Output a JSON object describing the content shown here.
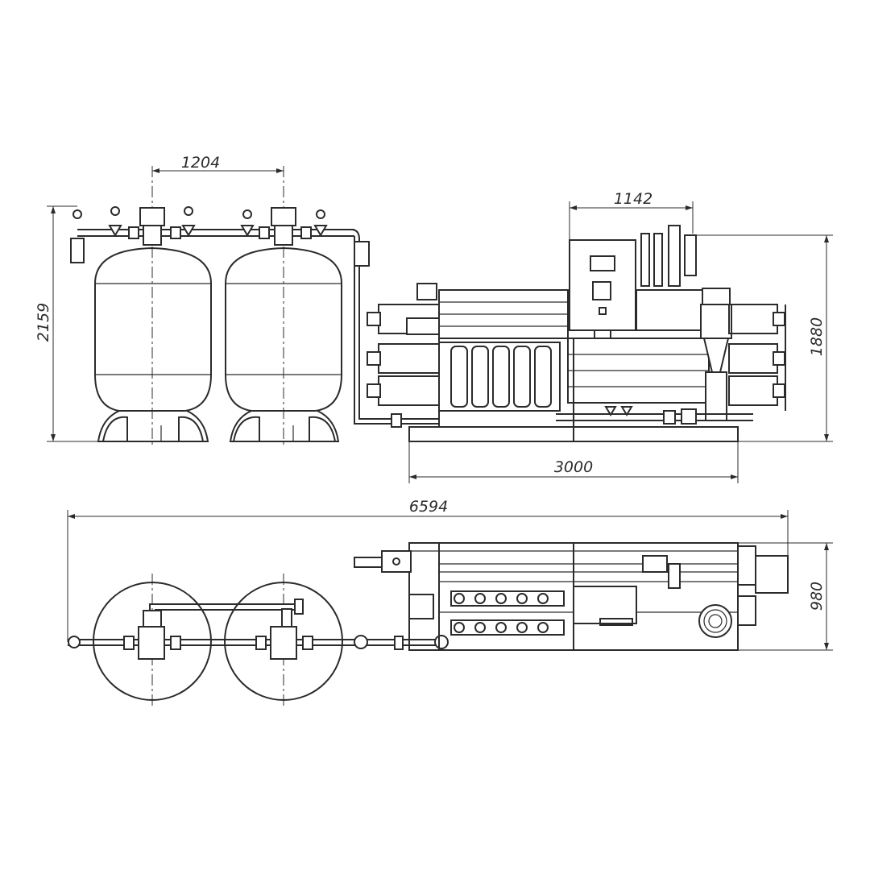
{
  "dimensions": {
    "tank_spacing": "1204",
    "cabinet_width": "1142",
    "overall_height": "2159",
    "rack_height": "1880",
    "rack_length": "3000",
    "overall_length": "6594",
    "rack_depth": "980"
  },
  "colors": {
    "line": "#2b2b2b",
    "background": "#ffffff"
  }
}
